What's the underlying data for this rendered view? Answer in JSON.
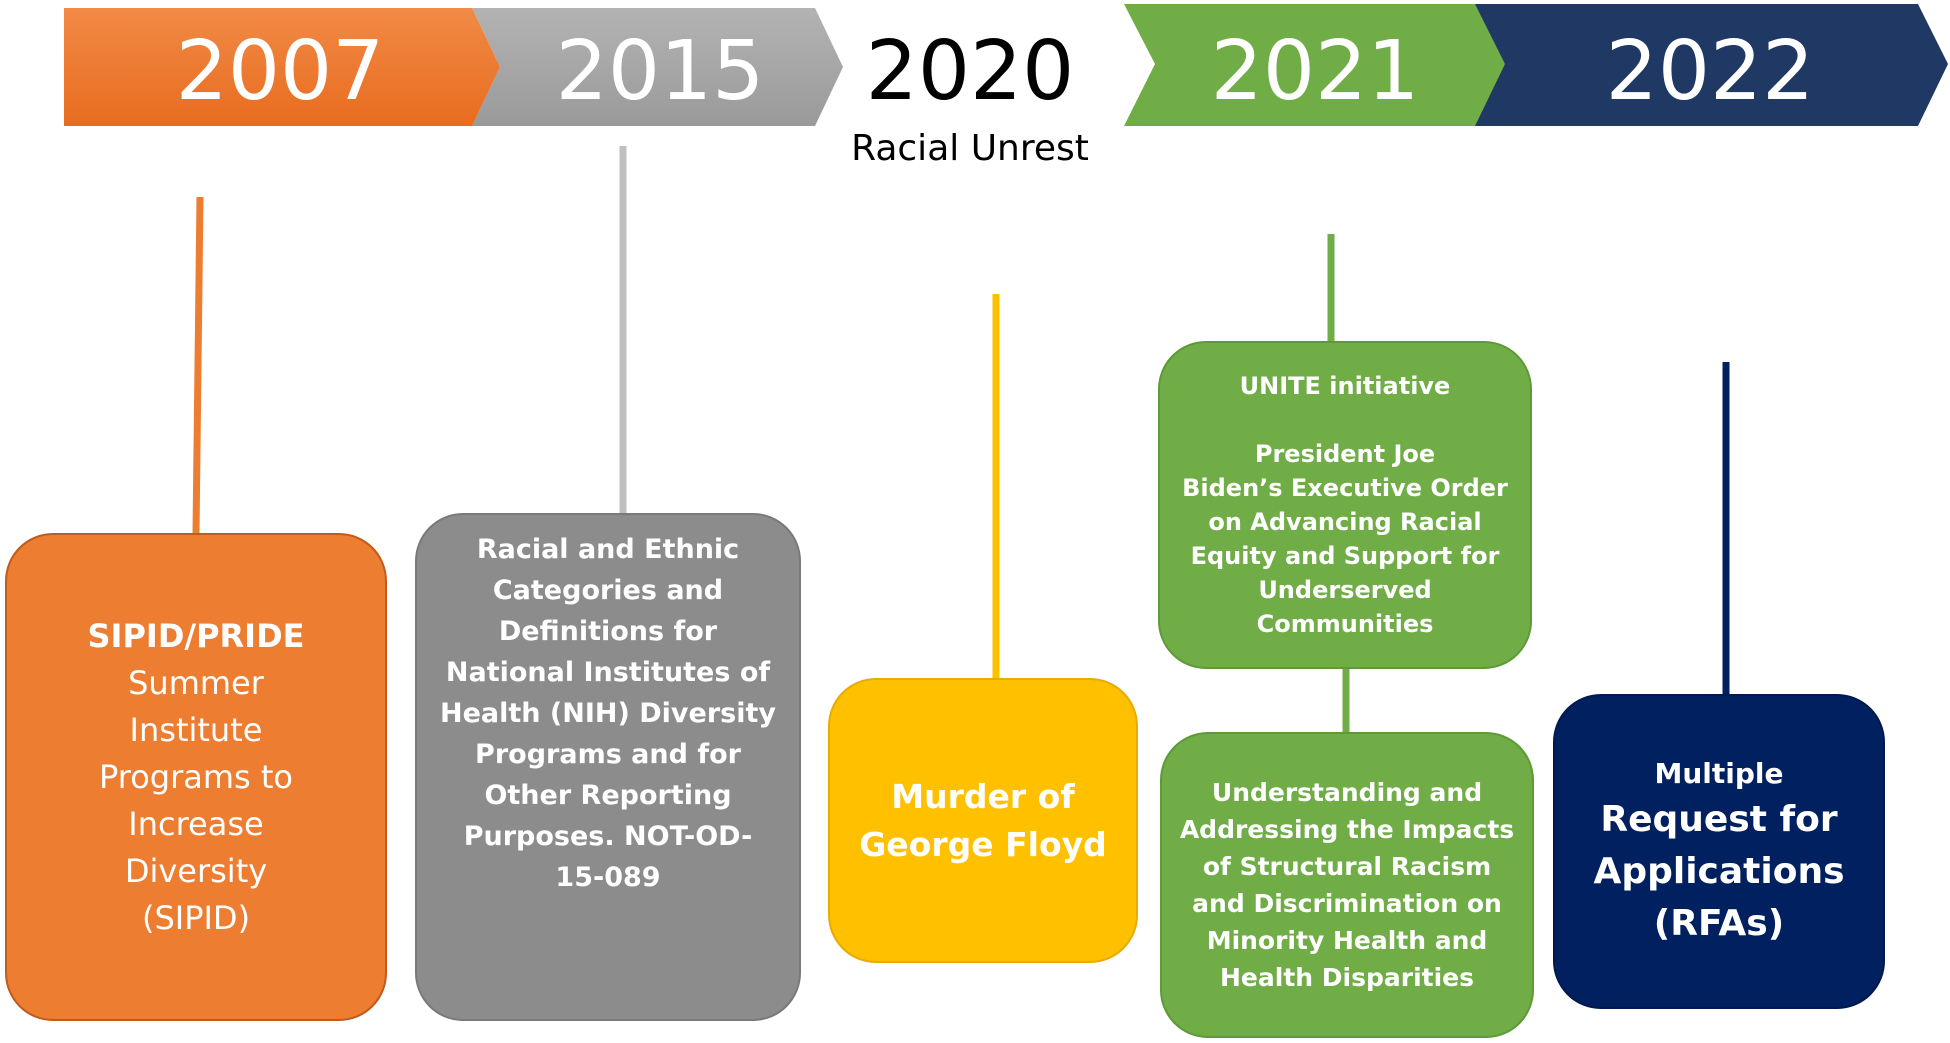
{
  "timeline": {
    "years": {
      "y2007": "2007",
      "y2015": "2015",
      "y2020": "2020",
      "y2021": "2021",
      "y2022": "2022"
    },
    "y2020_subtitle": "Racial Unrest"
  },
  "events": {
    "e2007": {
      "heading": "SIPID/PRIDE",
      "lines": [
        "Summer",
        "Institute",
        "Programs to",
        "Increase",
        "Diversity",
        "(SIPID)"
      ]
    },
    "e2015": {
      "lines": [
        "Racial and Ethnic",
        "Categories and",
        "Definitions for",
        "National Institutes of",
        "Health (NIH) Diversity",
        "Programs and for",
        "Other Reporting",
        "Purposes. NOT-OD-",
        "15-089"
      ]
    },
    "e2020": {
      "lines": [
        "Murder of",
        "George Floyd"
      ]
    },
    "e2021a": {
      "heading": "UNITE initiative",
      "lines": [
        "President Joe",
        "Biden’s Executive Order",
        "on Advancing Racial",
        "Equity and Support for",
        "Underserved",
        "Communities"
      ]
    },
    "e2021b": {
      "lines": [
        "Understanding and",
        "Addressing the Impacts",
        "of Structural Racism",
        "and Discrimination on",
        "Minority Health and",
        "Health Disparities"
      ]
    },
    "e2022": {
      "heading": "Multiple",
      "lines": [
        "Request for",
        "Applications",
        "(RFAs)"
      ]
    }
  },
  "colors": {
    "orange": "#ed7d31",
    "gray": "#8c8c8c",
    "yellow": "#ffc000",
    "green": "#70ad47",
    "navy": "#002060"
  }
}
